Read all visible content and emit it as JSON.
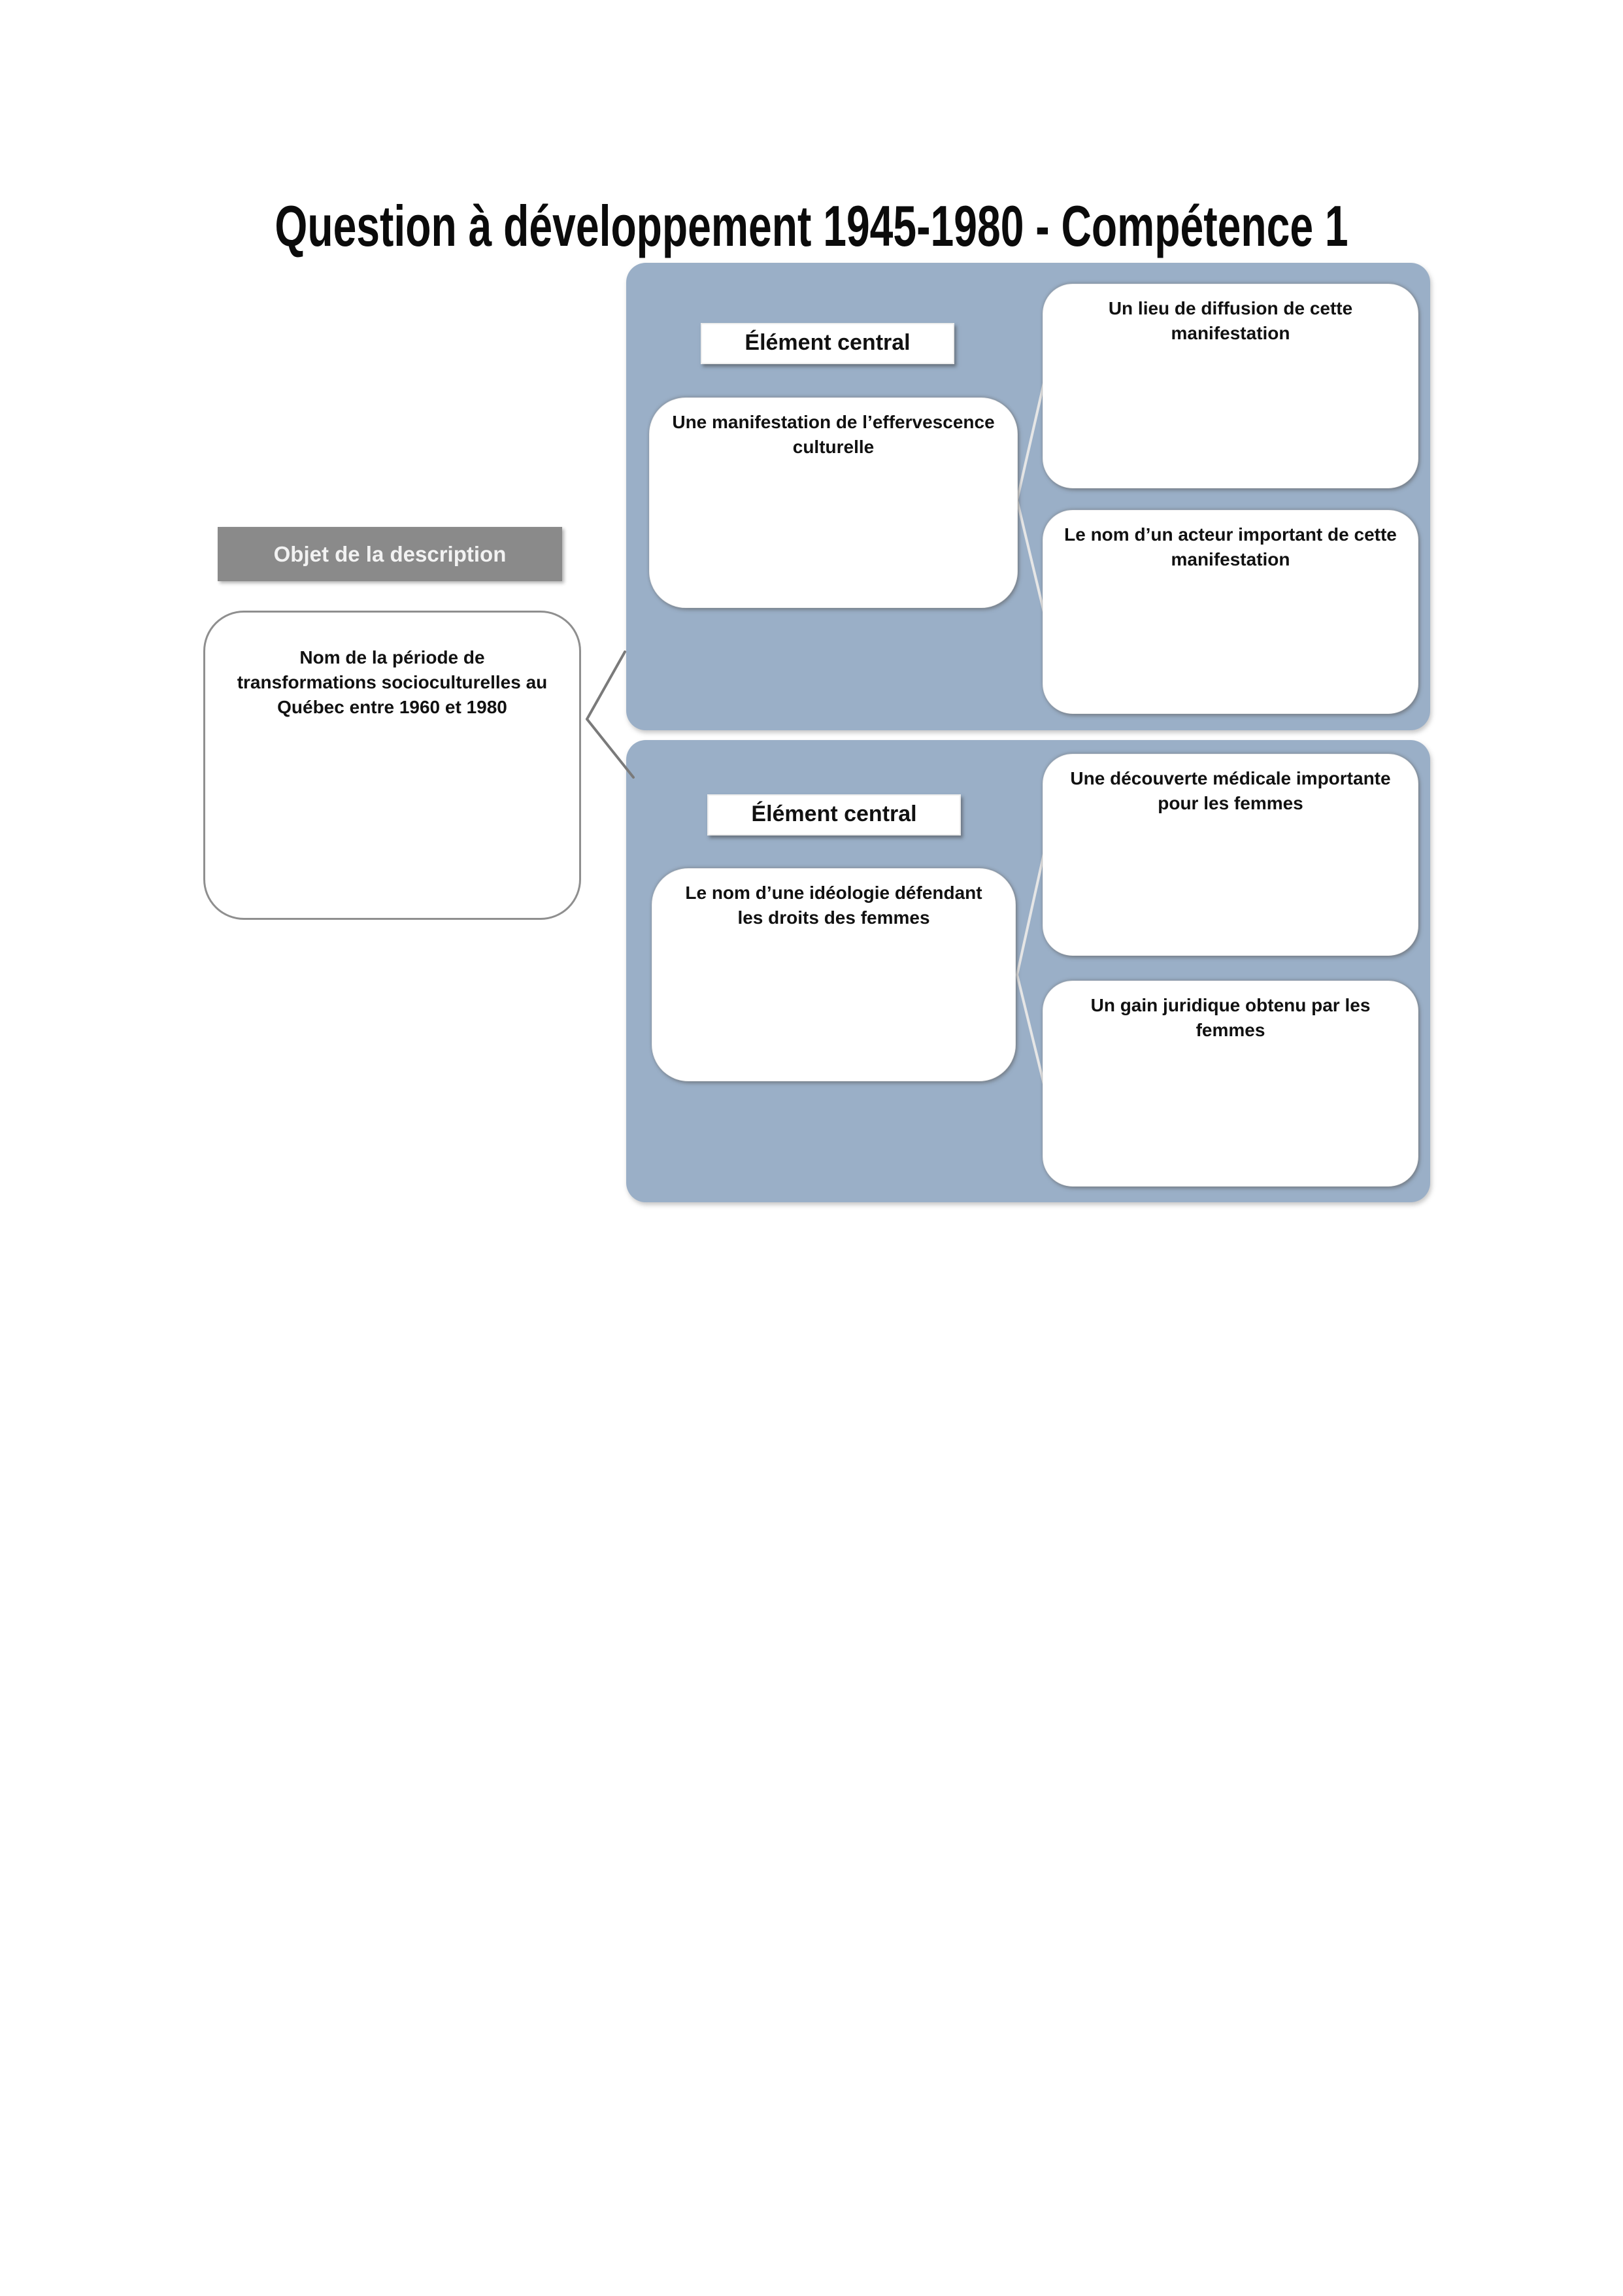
{
  "page": {
    "title": "Question à développement 1945-1980 - Compétence 1"
  },
  "diagram": {
    "object": {
      "label": "Objet de la description",
      "box_text": "Nom de la période de transformations socioculturelles au Québec entre 1960 et 1980"
    },
    "clusters": [
      {
        "header": "Élément central",
        "central": "Une manifestation de l’effervescence culturelle",
        "satellites": [
          "Un lieu de diffusion de cette manifestation",
          "Le nom d’un acteur important de cette manifestation"
        ]
      },
      {
        "header": "Élément central",
        "central": "Le nom d’une idéologie défendant les droits des femmes",
        "satellites": [
          "Une découverte médicale importante pour les femmes",
          "Un gain juridique obtenu par les femmes"
        ]
      }
    ],
    "colors": {
      "panel_blue": "#9aafc7",
      "object_label_bg": "#8a8a8a",
      "connector_dark": "#7a7a7a",
      "connector_light": "#e6e6e6"
    }
  }
}
